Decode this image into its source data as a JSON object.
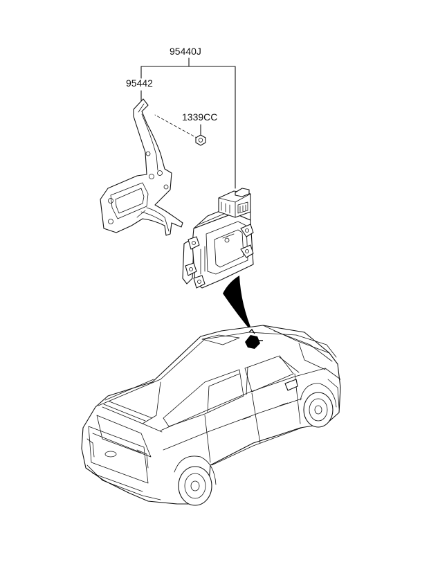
{
  "labels": {
    "assembly": "95440J",
    "bracket": "95442",
    "nut": "1339CC"
  }
}
